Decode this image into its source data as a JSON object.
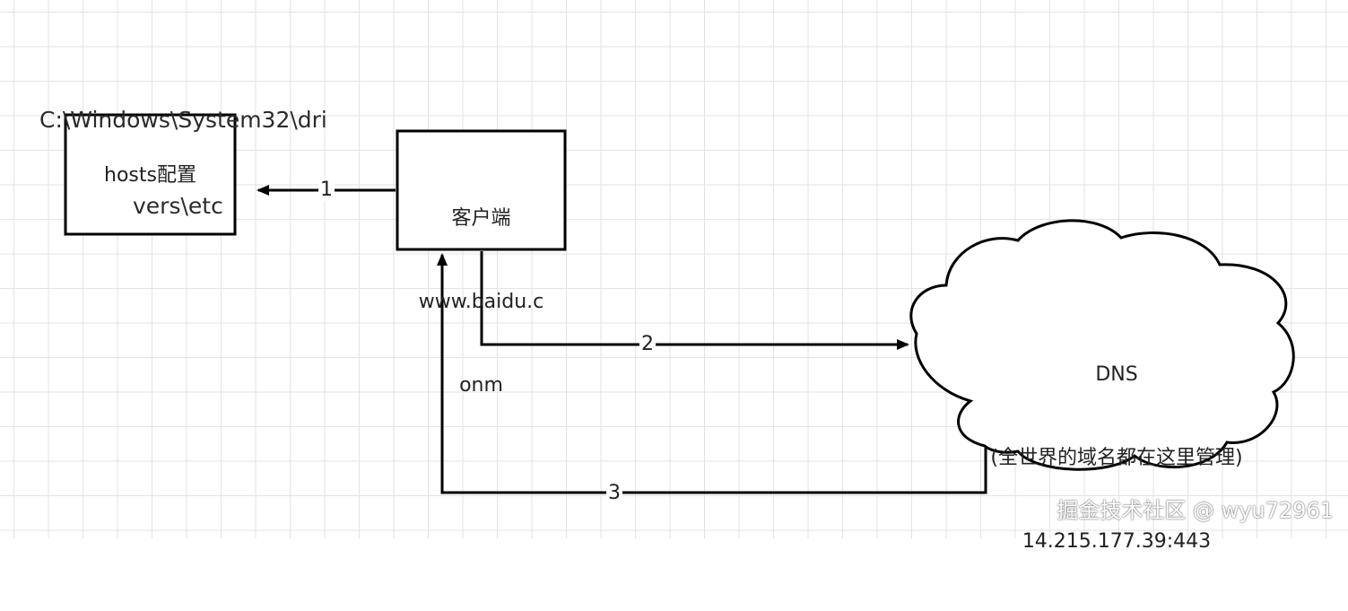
{
  "hosts_path_label": {
    "line1": "C:\\Windows\\System32\\dri",
    "line2": "vers\\etc"
  },
  "nodes": {
    "hosts": {
      "label": "hosts配置"
    },
    "client": {
      "line1": "客户端",
      "line2": "www.baidu.c",
      "line3": "onm"
    },
    "dns": {
      "line1": "DNS",
      "line2": "(全世界的域名都在这里管理)",
      "line3": "14.215.177.39:443"
    }
  },
  "edges": [
    {
      "label": "1"
    },
    {
      "label": "2"
    },
    {
      "label": "3"
    }
  ],
  "watermark": "掘金技术社区 @ wyu72961",
  "colors": {
    "stroke": "#000000",
    "grid": "#e3e3e3",
    "background": "#ffffff"
  }
}
